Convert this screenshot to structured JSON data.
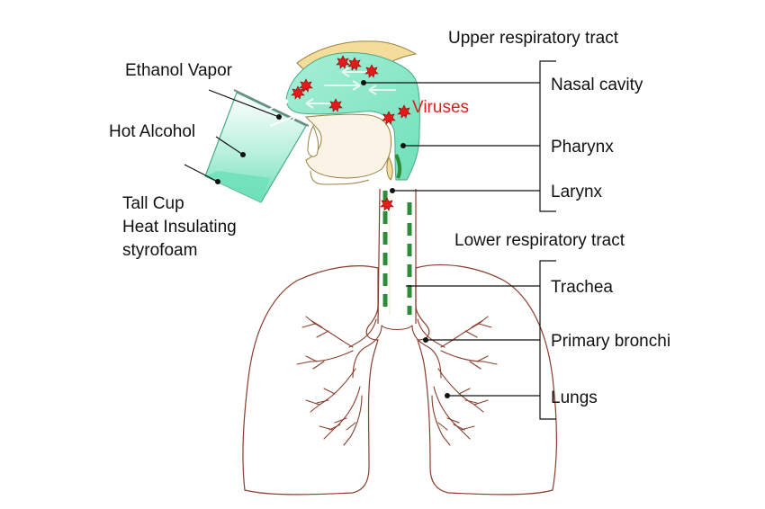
{
  "labels": {
    "upper_tract": "Upper respiratory tract",
    "lower_tract": "Lower respiratory tract",
    "nasal_cavity": "Nasal cavity",
    "pharynx": "Pharynx",
    "larynx": "Larynx",
    "trachea": "Trachea",
    "primary_bronchi": "Primary bronchi",
    "lungs": "Lungs",
    "viruses": "Viruses",
    "ethanol_vapor": "Ethanol Vapor",
    "hot_alcohol": "Hot Alcohol",
    "cup_line1": "Tall Cup",
    "cup_line2": "Heat Insulating",
    "cup_line3": "styrofoam"
  },
  "colors": {
    "airway_fill": "#7fe6c4",
    "cup_liquid": "#6fe0ba",
    "bone": "#f4dd9a",
    "virus": "#e31b1b",
    "trachea_stripe": "#2e8b3a",
    "lung_outline": "#8a3e2c"
  }
}
